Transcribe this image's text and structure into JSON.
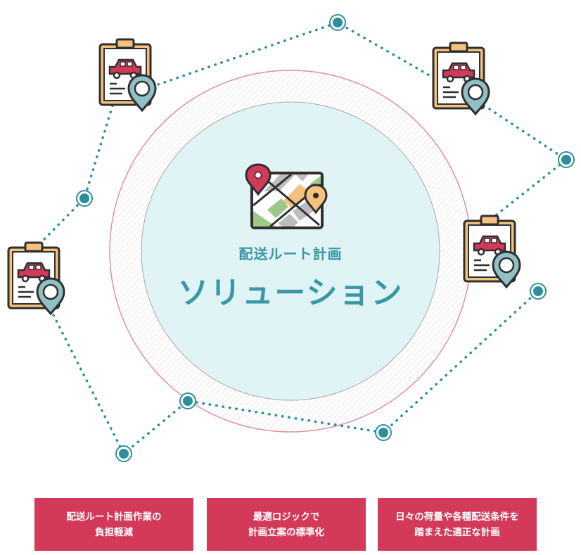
{
  "solution": {
    "subtitle": "配送ルート計画",
    "title": "ソリューション"
  },
  "benefits": [
    {
      "line1": "配送ルート計画作業の",
      "line2": "負担軽減"
    },
    {
      "line1": "最適ロジックで",
      "line2": "計画立案の標準化"
    },
    {
      "line1": "日々の荷量や各種配送条件を",
      "line2": "踏まえた適正な計画"
    }
  ],
  "colors": {
    "accent_teal": "#3a98a6",
    "benefit_bg": "#d33a5a",
    "outer_ring": "#e38ea0",
    "inner_circle": "#e0f4f6",
    "route_dot": "#2f8e9d"
  },
  "icons": [
    "map-icon",
    "clipboard-car-location-icon",
    "route-node-icon"
  ]
}
